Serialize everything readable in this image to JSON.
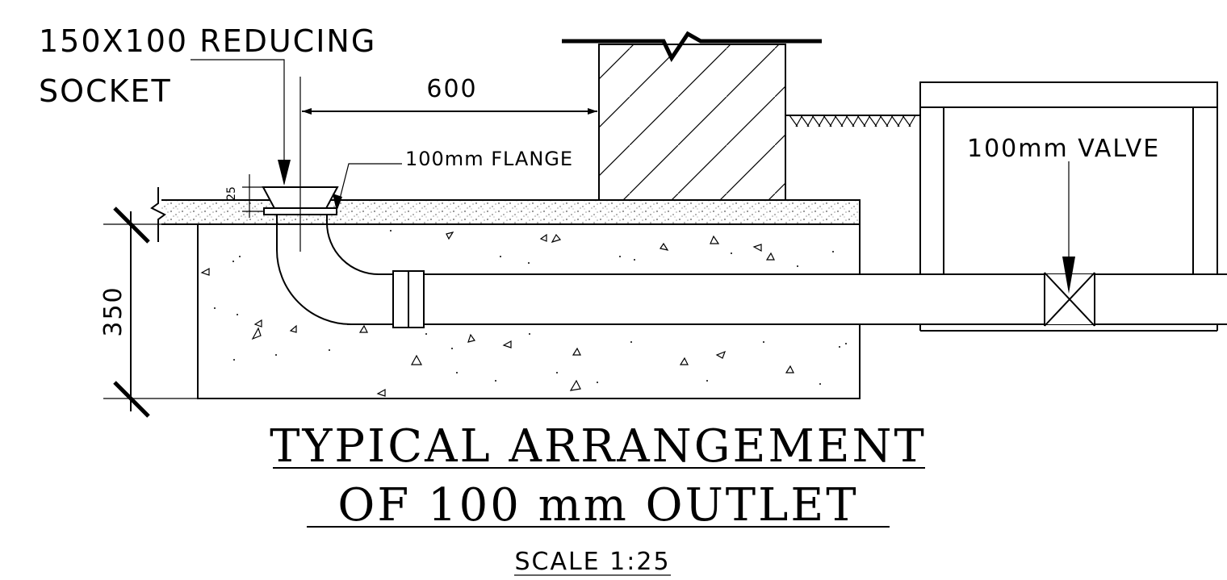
{
  "labels": {
    "reducing_socket_line1": "150X100 REDUCING",
    "reducing_socket_line2": "SOCKET",
    "flange": "100mm FLANGE",
    "valve": "100mm VALVE",
    "dim_horizontal": "600",
    "dim_vertical": "350",
    "dim_small": "25"
  },
  "title": {
    "line1": "TYPICAL ARRANGEMENT",
    "line2": "OF 100 mm OUTLET"
  },
  "scale": "SCALE 1:25"
}
